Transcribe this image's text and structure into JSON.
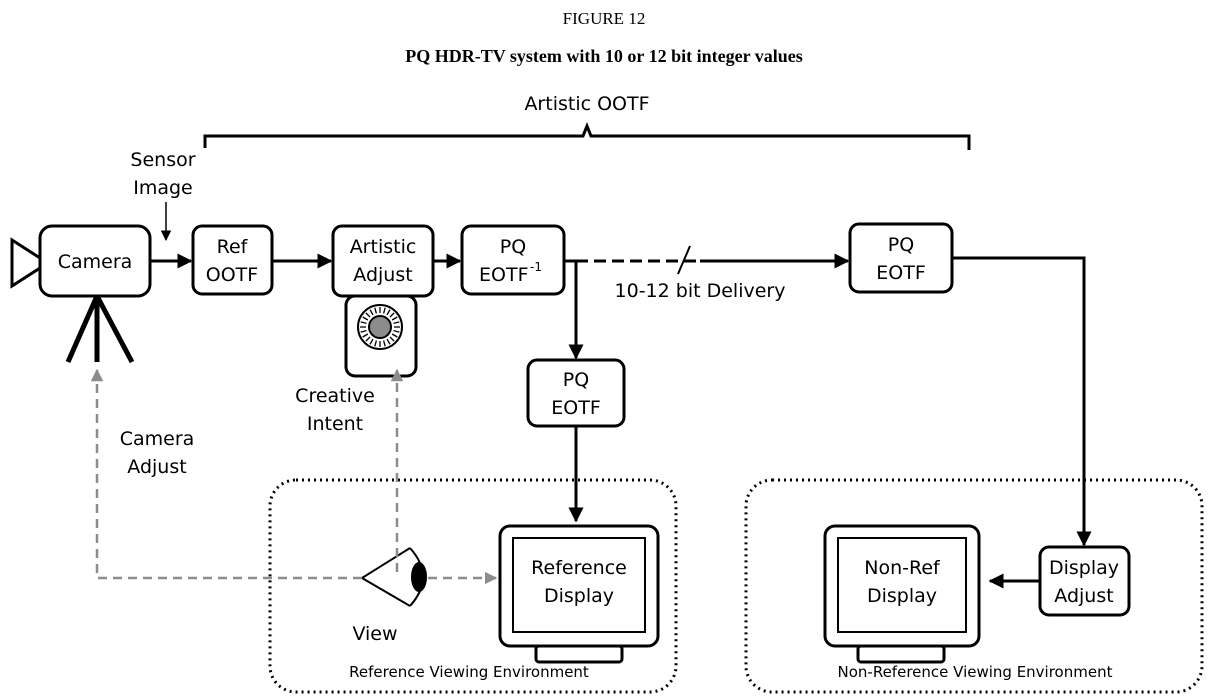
{
  "figure": {
    "number_label": "FIGURE 12",
    "title": "PQ HDR-TV system with 10 or 12 bit integer values"
  },
  "brace_label": "Artistic OOTF",
  "sensor_label": [
    "Sensor",
    "Image"
  ],
  "blocks": {
    "camera": "Camera",
    "ref_ootf": [
      "Ref",
      "OOTF"
    ],
    "artistic_adjust": [
      "Artistic",
      "Adjust"
    ],
    "pq_inverse_eotf": {
      "line1": "PQ",
      "base": "EOTF",
      "sup": "-1"
    },
    "pq_eotf_ref": [
      "PQ",
      "EOTF"
    ],
    "pq_eotf_delivery": [
      "PQ",
      "EOTF"
    ],
    "display_adjust": [
      "Display",
      "Adjust"
    ]
  },
  "delivery_label": "10-12 bit Delivery",
  "displays": {
    "reference": [
      "Reference",
      "Display"
    ],
    "non_reference": [
      "Non-Ref",
      "Display"
    ]
  },
  "feedback_labels": {
    "camera_adjust": [
      "Camera",
      "Adjust"
    ],
    "creative_intent": [
      "Creative",
      "Intent"
    ],
    "view": "View"
  },
  "environments": {
    "reference": "Reference Viewing Environment",
    "non_reference": "Non-Reference Viewing Environment"
  },
  "colors": {
    "line": "#000000",
    "feedback": "#8c8c8c",
    "knob": "#8c8c8c"
  }
}
